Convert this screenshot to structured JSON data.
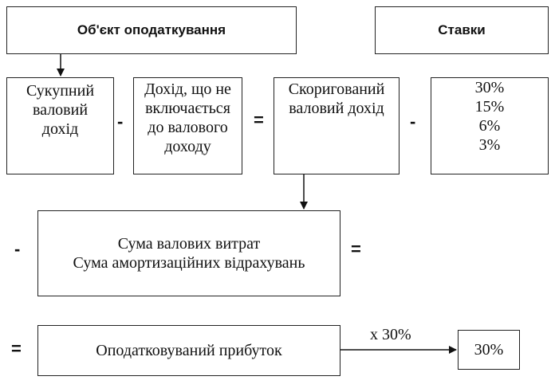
{
  "header": {
    "object_label": "Об'єкт оподаткування",
    "rates_label": "Ставки"
  },
  "row1": {
    "total_gross_income": [
      "Сукупний",
      "валовий",
      "дохід"
    ],
    "excluded_income": [
      "Дохід, що не",
      "включається",
      "до валового",
      "доходу"
    ],
    "adjusted_gross_income": [
      "Скоригований",
      "валовий дохід"
    ],
    "rates": [
      "30%",
      "15%",
      "6%",
      "3%"
    ],
    "op_minus_1": "-",
    "op_equals_1": "=",
    "op_minus_2": "-"
  },
  "row2": {
    "line1": "Сума валових витрат",
    "line2": "Сума амортизаційних відрахувань",
    "op_minus": "-",
    "op_equals": "="
  },
  "row3": {
    "op_equals": "=",
    "taxable_profit": "Оподатковуваний прибуток",
    "multiplier": "х 30%",
    "result": "30%"
  }
}
